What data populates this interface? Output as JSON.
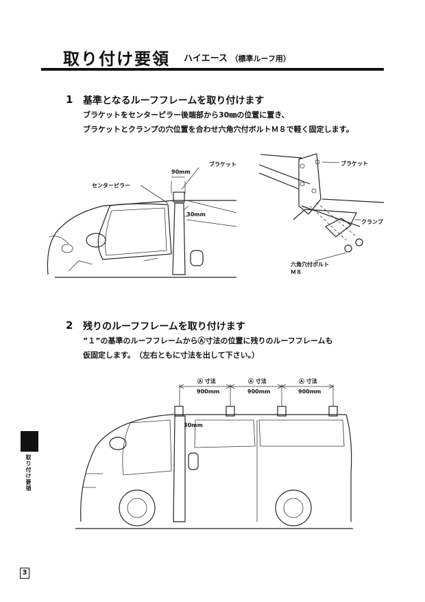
{
  "header": {
    "title": "取り付け要領",
    "subtitle_main": "ハイエース",
    "subtitle_note": "（標準ルーフ用）"
  },
  "step1": {
    "number": "1",
    "heading": "基準となるルーフフレームを取り付けます",
    "line1": "ブラケットをセンターピラー後端部から30㎜の位置に置き、",
    "line2": "ブラケットとクランプの穴位置を合わせ六角穴付ボルトＭ８で軽く固定します。",
    "labels": {
      "bracket_left": "ブラケット",
      "width": "90mm",
      "center_pillar": "センターピラー",
      "offset": "30mm",
      "bracket_right": "ブラケット",
      "clamp": "クランプ",
      "bolt_line1": "六角穴付ボルト",
      "bolt_line2": "Ｍ８"
    }
  },
  "step2": {
    "number": "2",
    "heading": "残りのルーフフレームを取り付けます",
    "line1": "”１”の基準のルーフフレームからⒶ寸法の位置に残りのルーフフレームも",
    "line2": "仮固定します。　（左右ともに寸法を出して下さい。）",
    "dims": [
      {
        "label": "Ⓐ 寸法",
        "value": "900mm"
      },
      {
        "label": "Ⓐ 寸法",
        "value": "900mm"
      },
      {
        "label": "Ⓐ 寸法",
        "value": "900mm"
      }
    ],
    "offset": "30mm"
  },
  "sidebar": {
    "label": "取り付け要領"
  },
  "footer": {
    "page_number": "3"
  }
}
